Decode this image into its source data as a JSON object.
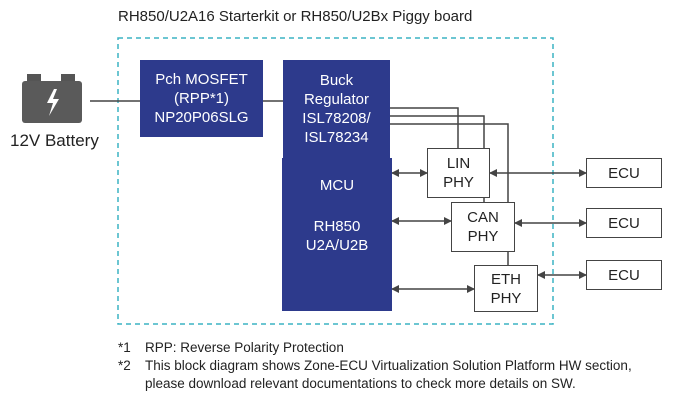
{
  "title": "RH850/U2A16 Starterkit or RH850/U2Bx Piggy board",
  "battery": {
    "label": "12V Battery",
    "icon": "battery-icon"
  },
  "blocks": {
    "mosfet": [
      "Pch MOSFET",
      "(RPP*1)",
      "NP20P06SLG"
    ],
    "buck": [
      "Buck",
      "Regulator",
      "ISL78208/",
      "ISL78234"
    ],
    "mcu": {
      "line1": "MCU",
      "line2": "RH850",
      "line3": "U2A/U2B"
    },
    "lin": [
      "LIN",
      "PHY"
    ],
    "can": [
      "CAN",
      "PHY"
    ],
    "eth": [
      "ETH",
      "PHY"
    ],
    "ecus": [
      "ECU",
      "ECU",
      "ECU"
    ]
  },
  "notes": [
    {
      "mark": "*1",
      "text": "RPP: Reverse Polarity Protection"
    },
    {
      "mark": "*2",
      "text": "This block diagram shows Zone-ECU Virtualization Solution Platform HW section,"
    },
    {
      "mark": "",
      "text": "please download relevant documentations to check more details on SW."
    }
  ],
  "colors": {
    "block_fill": "#2d3a8c",
    "dashed_border": "#3bb3c3",
    "lines": "#444444"
  }
}
